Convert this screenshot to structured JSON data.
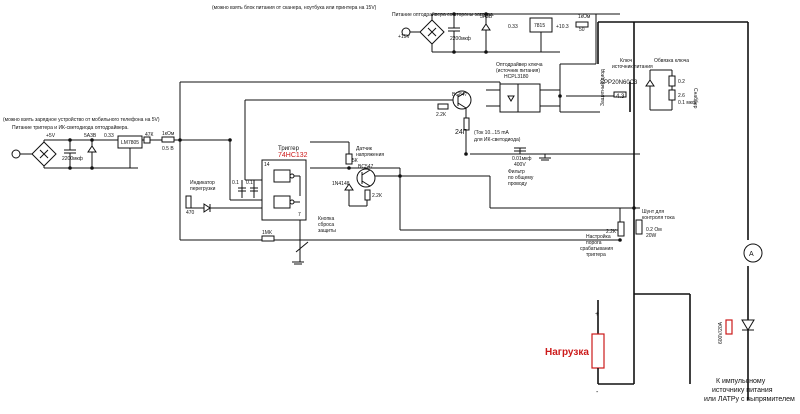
{
  "colors": {
    "wire": "#111111",
    "accent_red": "#cc1a1a",
    "background": "#ffffff"
  },
  "notes": {
    "top_source": "(можно взять блок питания от сканера, ноутбука или принтера на 15V)",
    "top_supply": "Питание оптодрайвера со стороны затвора.",
    "left_source": "(можно взять зарядное устройство от мобильного телефона на 5V)",
    "left_supply": "Питание триггера и ИК-светодиода оптодрайвера."
  },
  "labels": {
    "top_plus": "+15V",
    "top_cap": "2200мкф",
    "top_zener": "5А3В",
    "top_reg": "7815",
    "top_r": "0.33",
    "top_r2": "+10.3",
    "top_1k": "1кОм",
    "top_r50": "50",
    "left_plus": "+5V",
    "left_cap": "2200мкф",
    "left_zener": "5А3В",
    "left_reg": "LM7805",
    "left_r1": "0.33",
    "left_r2": "47К",
    "left_r3": "1кОм",
    "left_r4": "0.5 В",
    "opto_title": "Оптодрайвер ключа",
    "opto_title2": "(источник питания)",
    "opto_part": "HCPL3180",
    "key_label": "Ключ",
    "key_label2": "источник питания",
    "mosfet_part": "SPP20N60C3",
    "gate_r": "4.3",
    "gate_zener": "Защитный диод",
    "protect_title": "Обвязка ключа",
    "protect_r1": "0.2",
    "protect_r2": "2.6",
    "protect_c": "0.1 мкф",
    "snubber": "Снаббер",
    "q1": "BC847",
    "q1_r": "2.2К",
    "led_r_val": "24Г",
    "led_note": "(Ток 10...15 mA",
    "led_note2": "для ИК-светодиода)",
    "filter_c": "0.01мкф",
    "filter_c2": "400V",
    "filter_title": "Фильтр",
    "filter_title2": "по общему",
    "filter_title3": "проводу",
    "trigger_title": "Триггер",
    "trigger_part": "74HC132",
    "pin14": "14",
    "pin7": "7",
    "c1": "0.1",
    "c2": "0.1",
    "indicator_title": "Индикатор",
    "indicator_title2": "перегрузки",
    "led_r": "470",
    "reset_r": "1МК",
    "reset_title": "Кнопка",
    "reset_title2": "сброса",
    "reset_title3": "защиты",
    "sensor_title": "Датчик",
    "sensor_title2": "напряжения",
    "sensor_r": "5К",
    "q2": "BC547",
    "diode": "1N4148",
    "q2_r": "2.2К",
    "shunt_title": "Шунт для",
    "shunt_title2": "контроля тока",
    "shunt_r": "0.2 Ом",
    "shunt_r2": "20W",
    "trim_title": "Настройка",
    "trim_title2": "порога",
    "trim_title3": "срабатывания",
    "trim_title4": "триггера",
    "trim_r": "2.2К",
    "load": "Нагрузка",
    "plus": "+",
    "minus": "-",
    "bottom_note": "К импульсному",
    "bottom_note2": "источнику питания",
    "bottom_note3": "или ЛАТРу с выпрямителем",
    "diode_bottom": "600V/20A",
    "meter": "A"
  }
}
